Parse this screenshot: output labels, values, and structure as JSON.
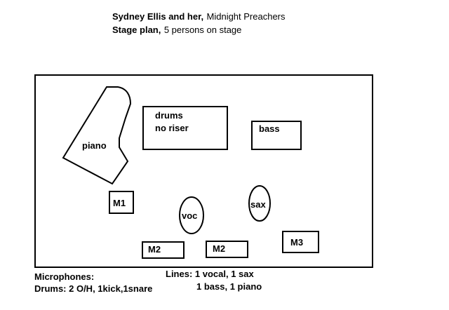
{
  "header": {
    "line1_bold": "Sydney Ellis and her,",
    "line1_light": "Midnight Preachers",
    "line2_bold": "Stage plan,",
    "line2_light": "5 persons on stage"
  },
  "stage": {
    "piano": "piano",
    "drums_line1": "drums",
    "drums_line2": "no riser",
    "bass": "bass",
    "m1": "M1",
    "voc": "voc",
    "sax": "sax",
    "m2_left": "M2",
    "m2_right": "M2",
    "m3": "M3"
  },
  "footer": {
    "mics_title": "Microphones:",
    "mics_drums": "Drums: 2 O/H, 1kick,1snare",
    "lines_1": "Lines: 1 vocal, 1 sax",
    "lines_2": "1 bass, 1 piano"
  }
}
